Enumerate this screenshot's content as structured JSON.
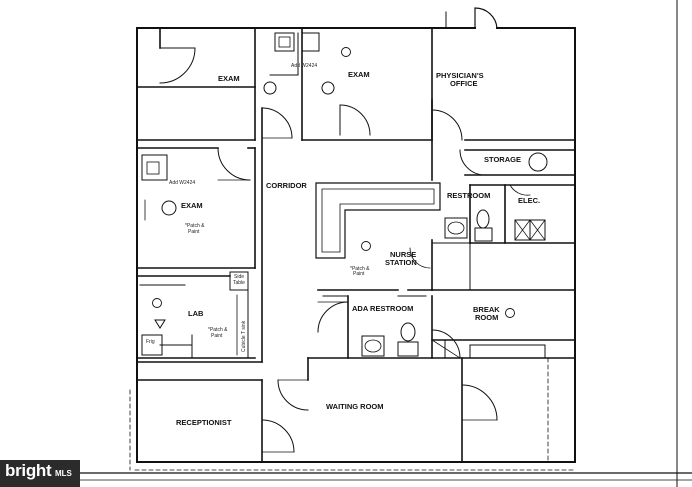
{
  "rooms": {
    "exam_top_left": "EXAM",
    "exam_top_mid": "EXAM",
    "physicians_office_line1": "PHYSICIAN'S",
    "physicians_office_line2": "OFFICE",
    "storage": "STORAGE",
    "corridor": "CORRIDOR",
    "restroom": "RESTROOM",
    "elec": "ELEC.",
    "exam_left": "EXAM",
    "nurse_station_line1": "NURSE",
    "nurse_station_line2": "STATION",
    "lab": "LAB",
    "ada_restroom": "ADA RESTROOM",
    "break_room_line1": "BREAK",
    "break_room_line2": "ROOM",
    "reception": "RECEPTIONIST",
    "waiting_room": "WAITING ROOM"
  },
  "notes": {
    "add_w2424_top": "Add W2424",
    "add_w2424_left": "Add W2424",
    "patch_paint_exam_1": "*Patch &",
    "patch_paint_exam_2": "Paint",
    "patch_paint_nurse_1": "*Patch &",
    "patch_paint_nurse_2": "Paint",
    "patch_paint_lab_1": "*Patch &",
    "patch_paint_lab_2": "Paint",
    "side_table_1": "Side",
    "side_table_2": "Table",
    "frig": "Frig",
    "cubicle_label": "Cubicle T sink"
  },
  "watermark": {
    "brand": "bright",
    "suffix": "MLS"
  }
}
